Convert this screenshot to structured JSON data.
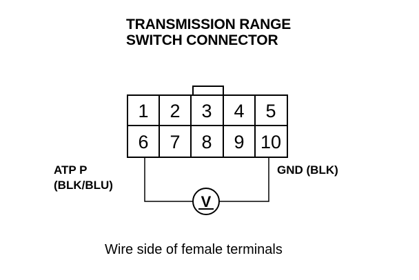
{
  "title": {
    "line1": "TRANSMISSION RANGE",
    "line2": "SWITCH CONNECTOR"
  },
  "connector": {
    "pins_top": [
      "1",
      "2",
      "3",
      "4",
      "5"
    ],
    "pins_bottom": [
      "6",
      "7",
      "8",
      "9",
      "10"
    ]
  },
  "labels": {
    "left_line1": "ATP P",
    "left_line2": "(BLK/BLU)",
    "right": "GND (BLK)"
  },
  "meter": {
    "symbol": "V"
  },
  "caption": "Wire side of female terminals"
}
